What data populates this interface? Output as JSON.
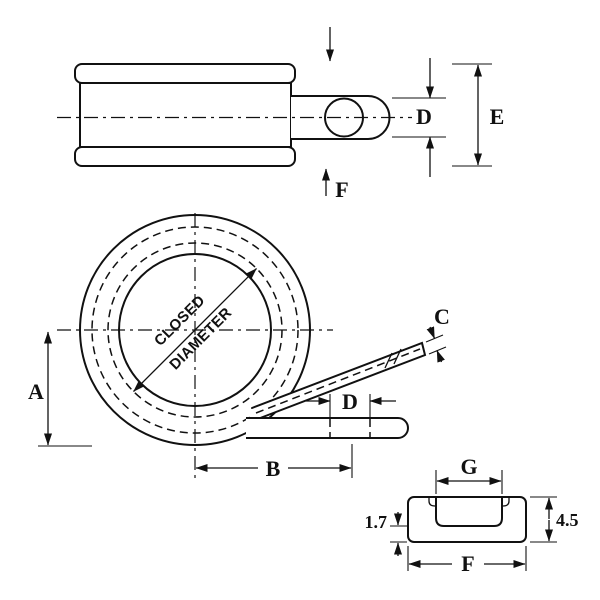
{
  "colors": {
    "line": "#111111",
    "background": "#ffffff"
  },
  "top_view": {
    "dim_d": "D",
    "dim_e": "E",
    "dim_f": "F"
  },
  "front_view": {
    "dim_a": "A",
    "dim_b": "B",
    "dim_c": "C",
    "dim_d": "D",
    "closed_diameter": {
      "line1": "CLOSED",
      "line2": "DIAMETER"
    }
  },
  "section_view": {
    "dim_g": "G",
    "dim_f": "F",
    "height": "4.5",
    "thickness": "1.7"
  }
}
